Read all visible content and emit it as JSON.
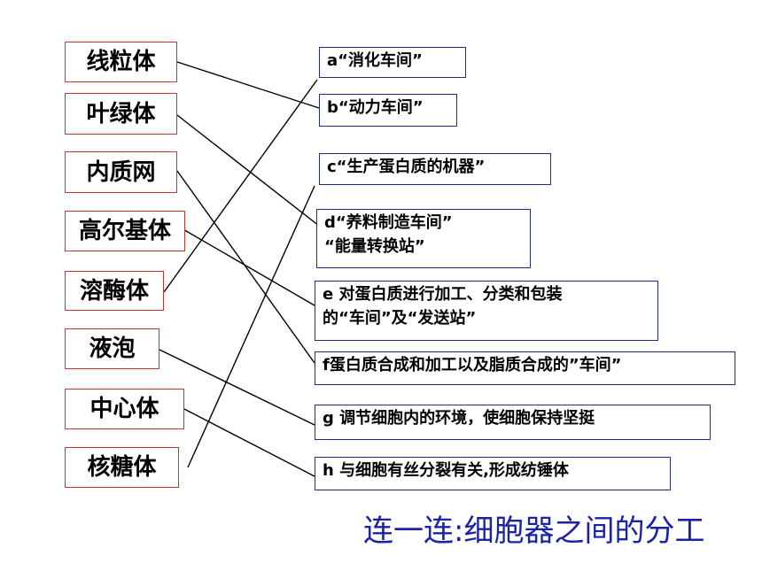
{
  "organelles": [
    "线粒体",
    "叶绿体",
    "内质网",
    "高尔基体",
    "溶酶体",
    "液泡",
    "中心体",
    "核糖体"
  ],
  "functions": [
    {
      "line1": "a“消化车间”",
      "line2": ""
    },
    {
      "line1": "b“动力车间”",
      "line2": ""
    },
    {
      "line1": "c“生产蛋白质的机器”",
      "line2": ""
    },
    {
      "line1": "d“养料制造车间”",
      "line2": "“能量转换站”"
    },
    {
      "line1": "e 对蛋白质进行加工、分类和包装",
      "line2": "的“车间”及“发送站”"
    },
    {
      "line1": "f蛋白质合成和加工以及脂质合成的”车间”",
      "line2": ""
    },
    {
      "line1": "g 调节细胞内的环境，使细胞保持坚挺",
      "line2": ""
    },
    {
      "line1": "h 与细胞有丝分裂有关,形成纺锤体",
      "line2": ""
    }
  ],
  "title": "连一连:细胞器之间的分工",
  "colors": {
    "organelle_border": "#c0392b",
    "function_border": "#1f2d8a",
    "title": "#1a23a8",
    "line": "#000000"
  }
}
